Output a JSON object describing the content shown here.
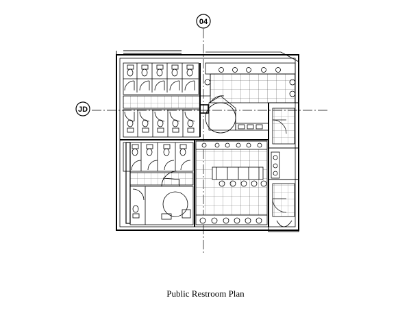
{
  "drawing": {
    "caption": "Public Restroom Plan",
    "grid_marks": {
      "column": "04",
      "row": "JD"
    },
    "colors": {
      "ink": "#000000",
      "background": "#ffffff",
      "tile_grid": "#555555"
    }
  }
}
